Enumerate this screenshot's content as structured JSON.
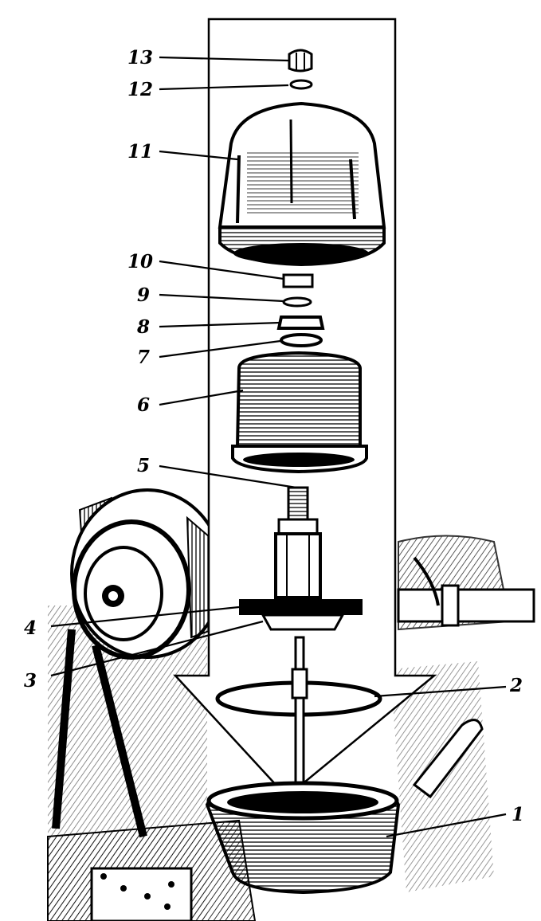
{
  "labels": {
    "l1": "1",
    "l2": "2",
    "l3": "3",
    "l4": "4",
    "l5": "5",
    "l6": "6",
    "l7": "7",
    "l8": "8",
    "l9": "9",
    "l10": "10",
    "l11": "11",
    "l12": "12",
    "l13": "13"
  },
  "colors": {
    "ink": "#000000",
    "paper": "#ffffff",
    "shade": "#555555"
  }
}
